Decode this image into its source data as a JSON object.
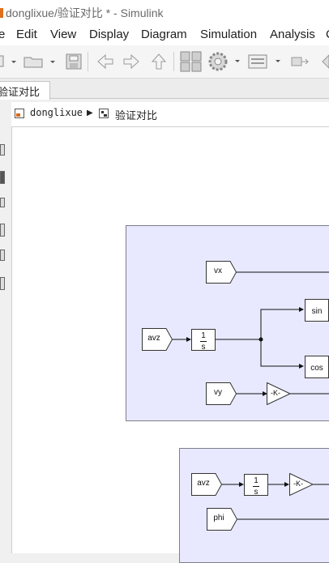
{
  "window": {
    "title": "donglixue/验证对比 * - Simulink"
  },
  "menu": [
    "e",
    "Edit",
    "View",
    "Display",
    "Diagram",
    "Simulation",
    "Analysis",
    "C"
  ],
  "toolbar": {
    "icons": [
      "new-model-icon",
      "open-folder-icon",
      "save-icon",
      "back-icon",
      "forward-icon",
      "up-icon",
      "library-browser-icon",
      "settings-gear-icon",
      "model-config-icon",
      "step-icon"
    ]
  },
  "tab": {
    "label": "验证对比"
  },
  "breadcrumb": {
    "root": "donglixue",
    "separator": "▶",
    "current": "验证对比"
  },
  "diagram": {
    "subsystem1": {
      "from_vx": "vx",
      "from_avz": "avz",
      "integrator": {
        "num": "1",
        "den": "s"
      },
      "sin": "sin",
      "cos": "cos",
      "from_vy": "vy",
      "gain": "-K-"
    },
    "subsystem2": {
      "from_avz": "avz",
      "integrator": {
        "num": "1",
        "den": "s"
      },
      "gain": "-K-",
      "from_phi": "phi"
    }
  }
}
